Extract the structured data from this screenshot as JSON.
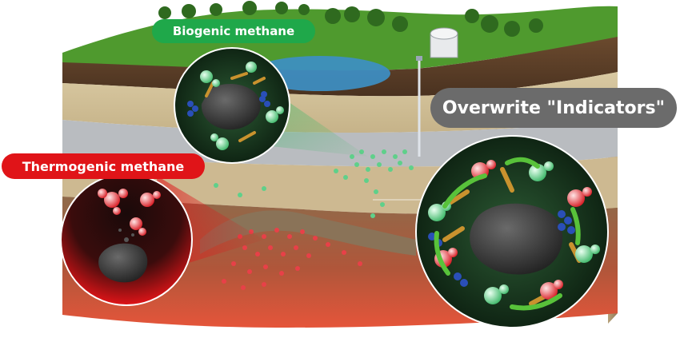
{
  "labels": {
    "biogenic": "Biogenic methane",
    "thermogenic": "Thermogenic methane",
    "overwrite": "Overwrite \"Indicators\""
  },
  "colors": {
    "biogenic_badge": "#1fa84a",
    "thermogenic_badge": "#e01418",
    "overwrite_badge": "#6b6b6b",
    "biogenic_molecule": "#5fd08a",
    "thermogenic_molecule": "#e84048",
    "grass": "#4f9a2e",
    "water": "#3d8fc4",
    "microbe_blue": "#2a4fb8",
    "microbe_orange": "#c9922e",
    "inset_dark": "#0f2a17",
    "coal": "#3a3a3a"
  },
  "icons": [
    "tree-icon",
    "storage-tank-icon",
    "well-pipe-icon",
    "methane-molecule-icon",
    "coal-rock-icon",
    "microbe-icon",
    "cycle-arrow-icon"
  ]
}
